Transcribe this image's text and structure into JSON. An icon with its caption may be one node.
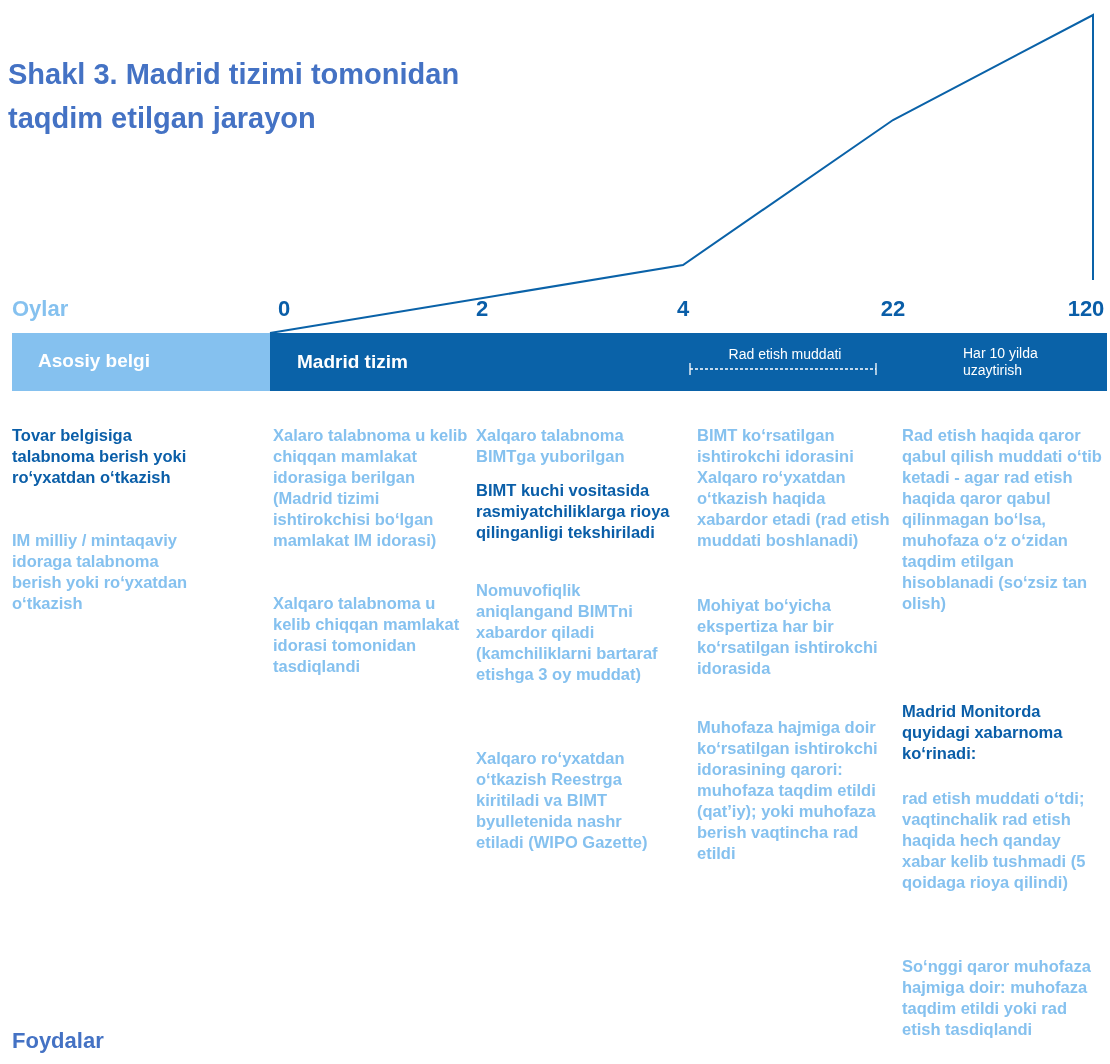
{
  "diagram": {
    "title": "Shakl 3. Madrid tizimi tomonidan taqdim etilgan jarayon",
    "nodes": [
      {
        "text": [
          "Asosiy belgi"
        ]
      },
      {
        "text": [
          "Madrid tizim",
          "Rad etish muddati",
          "Har 10 yilda uzaytirish"
        ]
      }
    ],
    "edges": [],
    "labels": [
      "Oylar",
      "0",
      "2",
      "4",
      "22",
      "120",
      "Tovar belgisiga talabnoma berish yoki ro‘yxatdan o‘tkazish",
      "IM milliy / mintaqaviy idoraga talabnoma berish yoki ro‘yxatdan o‘tkazish",
      "**Xalaro talabnoma** u kelib chiqqan mamlakat idorasiga berilgan (Madrid tizimi ishtirokchisi bo‘lgan mamlakat IM idorasi)",
      "Xalqaro talabnoma u kelib chiqqan mamlakat idorasi tomonidan tasdiqlandi",
      "**Xalqaro talabnoma** BIMTga yuborilgan",
      "BIMT kuchi vositasida rasmiyatchiliklarga rioya qilinganligi tekshiriladi",
      "Nomuvofiqlik aniqlangand BIMTni xabardor qiladi (kamchiliklarni bartaraf etishga 3 oy muddat)",
      "**Xalqaro ro‘yxatdan o‘tkazish** Reestrga kiritiladi va BIMT byulletenida nashr etiladi (WIPO Gazette)",
      "BIMT ko‘rsatilgan ishtirokchi idorasini Xalqaro ro‘yxatdan o‘tkazish haqida xabardor etadi **(rad etish muddati boshlanadi)**",
      "**Mohiyat bo‘yicha ekspertiza** har bir ko‘rsatilgan ishtirokchi idorasida",
      "Muhofaza hajmiga doir ko‘rsatilgan ishtirokchi idorasining qarori: muhofaza taqdim etildi (qat’iy); yoki muhofaza berish vaqtincha rad etildi",
      "**Rad etish haqida qaror qabul qilish muddati o‘tib ketadi** - agar rad etish haqida qaror qabul qilinmagan bo‘lsa, muhofaza o‘z o‘zidan taqdim etilgan hisoblanadi (so‘zsiz tan olish)",
      "Madrid Monitorda quyidagi xabarnoma ko‘rinadi:",
      "rad etish muddati o‘tdi; vaqtinchalik rad etish haqida hech qanday xabar kelib tushmadi (5 qoidaga rioya qilindi)",
      "So‘nggi qaror muhofaza hajmiga doir: muhofaza taqdim etildi yoki rad etish tasdiqlandi",
      "Foydalar"
    ]
  }
}
